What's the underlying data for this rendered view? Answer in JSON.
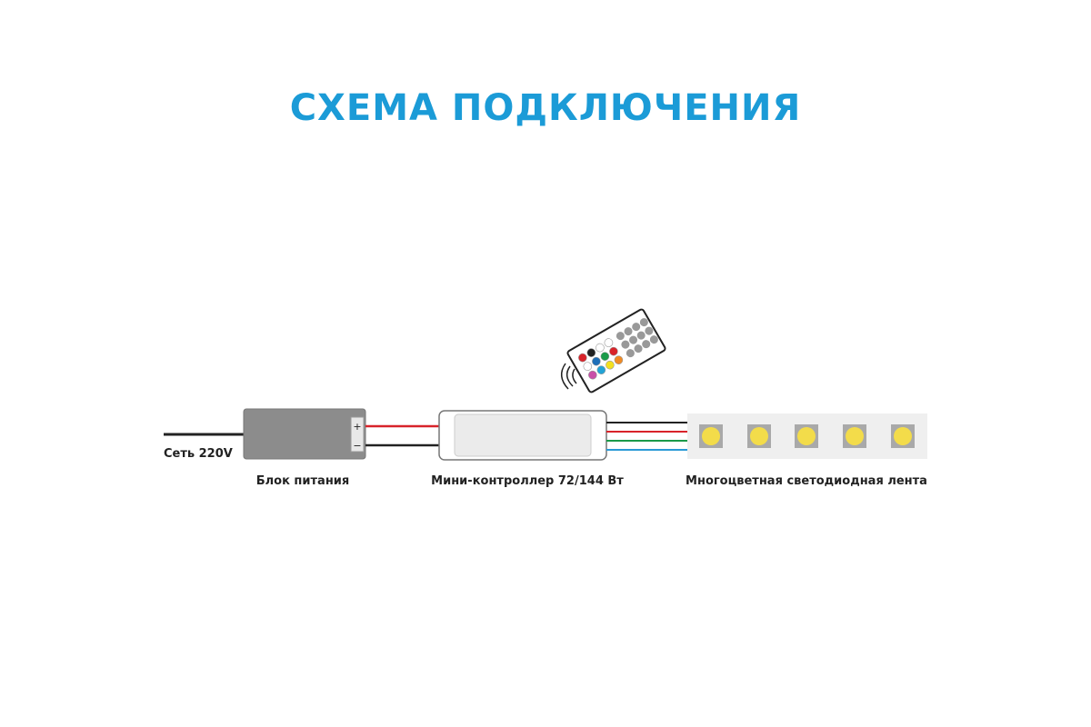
{
  "title": "СХЕМА ПОДКЛЮЧЕНИЯ",
  "labels": {
    "mains": "Сеть 220V",
    "power_supply": "Блок питания",
    "controller": "Мини-контроллер 72/144 Вт",
    "led_strip": "Многоцветная светодиодная лента"
  },
  "terminals": {
    "plus": "+",
    "minus": "−"
  },
  "colors": {
    "title": "#1b9bd7",
    "wire_red": "#d8232a",
    "wire_black": "#222222",
    "wire_green": "#1a9a48",
    "wire_blue": "#2a9ad6",
    "led": "#f3dc4a"
  },
  "remote_buttons": [
    "#d8232a",
    "#ffffff",
    "#c84fa8",
    "#222222",
    "#1e6fb8",
    "#22a3d6",
    "#ffffff",
    "#1a9a48",
    "#f3e020",
    "#ffffff",
    "#d8232a",
    "#f08a23"
  ]
}
